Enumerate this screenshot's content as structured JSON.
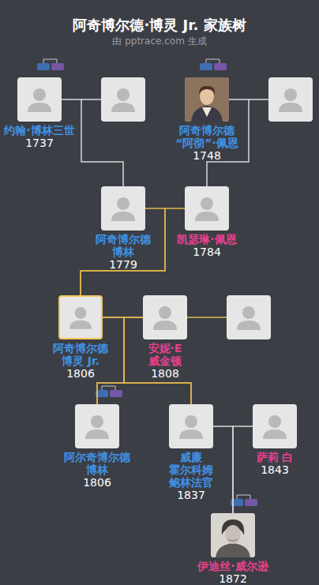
{
  "diagram": {
    "title": "阿奇博尔德·博灵 Jr. 家族树",
    "nodes": [
      {
        "text": [
          "约翰·博林三世",
          "1737"
        ]
      },
      {
        "text": [
          "阿奇博尔德 “阿彻”·佩恩",
          "1748"
        ]
      },
      {
        "text": [
          "阿奇博尔德 博林",
          "1779"
        ]
      },
      {
        "text": [
          "凯瑟琳·佩恩",
          "1784"
        ]
      },
      {
        "text": [
          "阿奇博尔德 博灵 Jr.",
          "1806"
        ]
      },
      {
        "text": [
          "安妮·E 威金顿",
          "1808"
        ]
      },
      {
        "text": [
          "阿尔奇博尔德 博林",
          "1806"
        ]
      },
      {
        "text": [
          "威廉 霍尔科姆 鲍林法官",
          "1837"
        ]
      },
      {
        "text": [
          "萨莉 白",
          "1843"
        ]
      },
      {
        "text": [
          "伊迪丝·威尔逊",
          "1872"
        ]
      }
    ],
    "edges": [
      {
        "from": 0,
        "to": 2,
        "arrow": "none"
      },
      {
        "from": 1,
        "to": 3,
        "arrow": "none"
      },
      {
        "from": 2,
        "to": 4,
        "arrow": "none"
      },
      {
        "from": 3,
        "to": 4,
        "arrow": "none"
      },
      {
        "from": 4,
        "to": 6,
        "arrow": "none"
      },
      {
        "from": 5,
        "to": 6,
        "arrow": "none"
      },
      {
        "from": 4,
        "to": 7,
        "arrow": "none"
      },
      {
        "from": 5,
        "to": 7,
        "arrow": "none"
      },
      {
        "from": 7,
        "to": 9,
        "arrow": "none"
      },
      {
        "from": 8,
        "to": 9,
        "arrow": "none"
      }
    ],
    "labels": [
      "由 pptrace.com 生成"
    ]
  }
}
